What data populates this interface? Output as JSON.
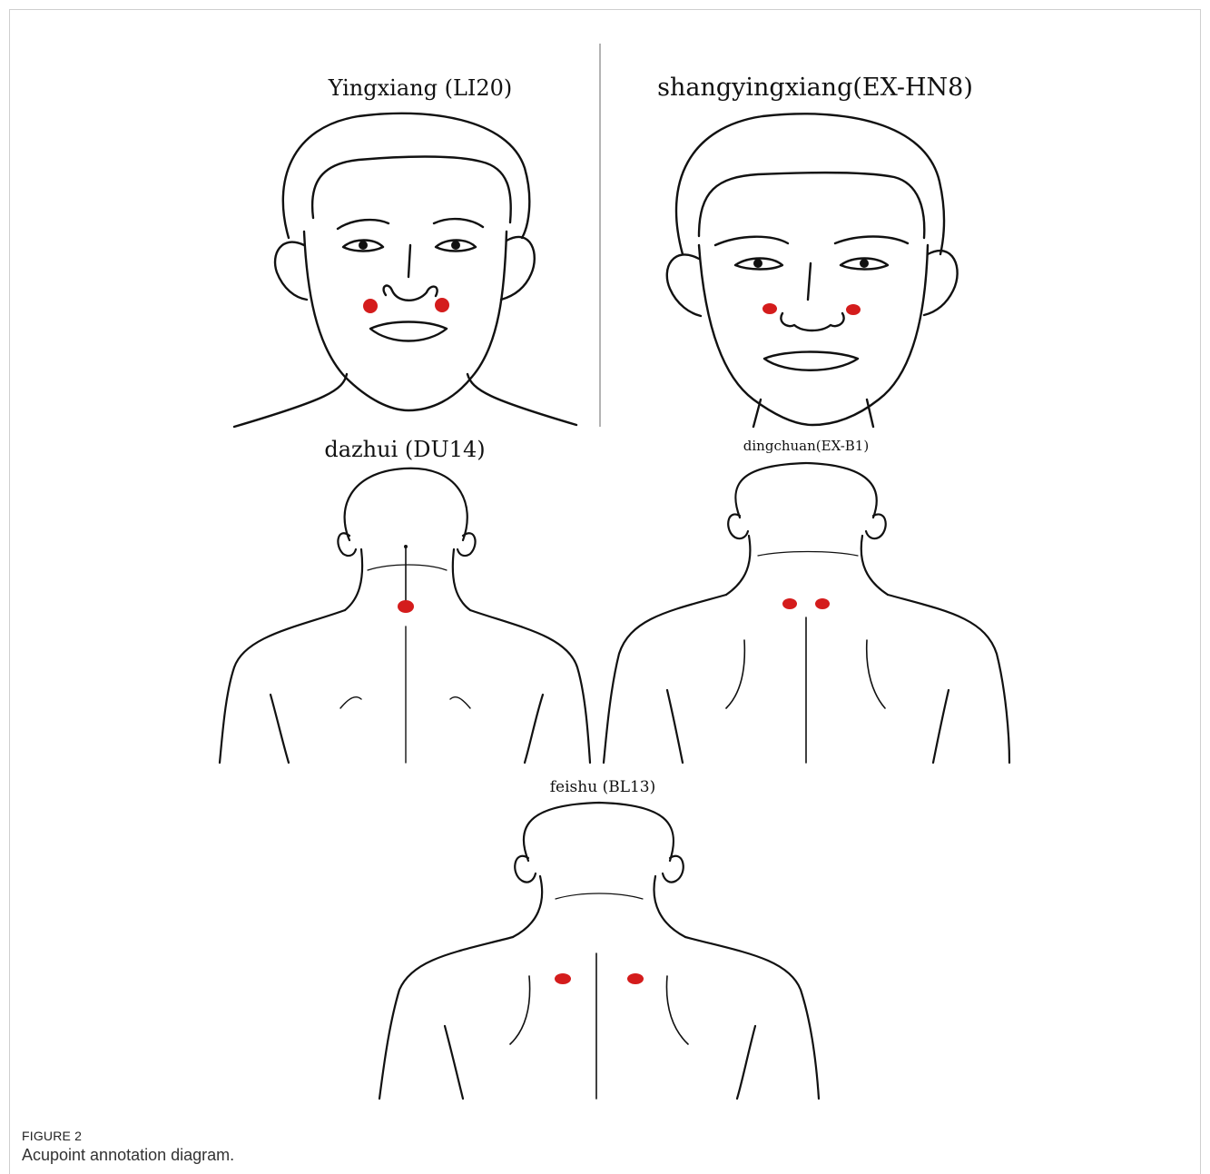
{
  "panels": [
    {
      "title": "Yingxiang (LI20)"
    },
    {
      "title": "shangyingxiang(EX-HN8)"
    },
    {
      "title": "dazhui (DU14)"
    },
    {
      "title": "dingchuan(EX-B1)"
    },
    {
      "title": "feishu (BL13)"
    }
  ],
  "figure": {
    "label": "FIGURE 2",
    "caption": "Acupoint annotation diagram."
  },
  "colors": {
    "acupoint": "#d41c1c",
    "line": "#111111"
  }
}
